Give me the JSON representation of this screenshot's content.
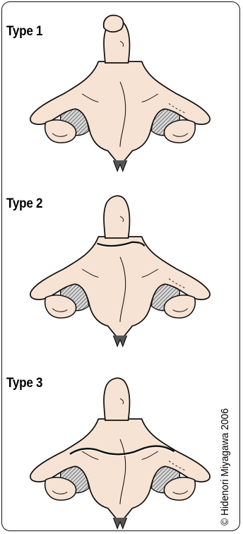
{
  "panels": [
    {
      "label": "Type 1"
    },
    {
      "label": "Type 2"
    },
    {
      "label": "Type 3"
    }
  ],
  "copyright": "© Hidenori Miyagawa 2006",
  "colors": {
    "bone": "#f7e3d3",
    "outline": "#111111",
    "hatch": "#6e6e6e",
    "border": "#111111"
  }
}
